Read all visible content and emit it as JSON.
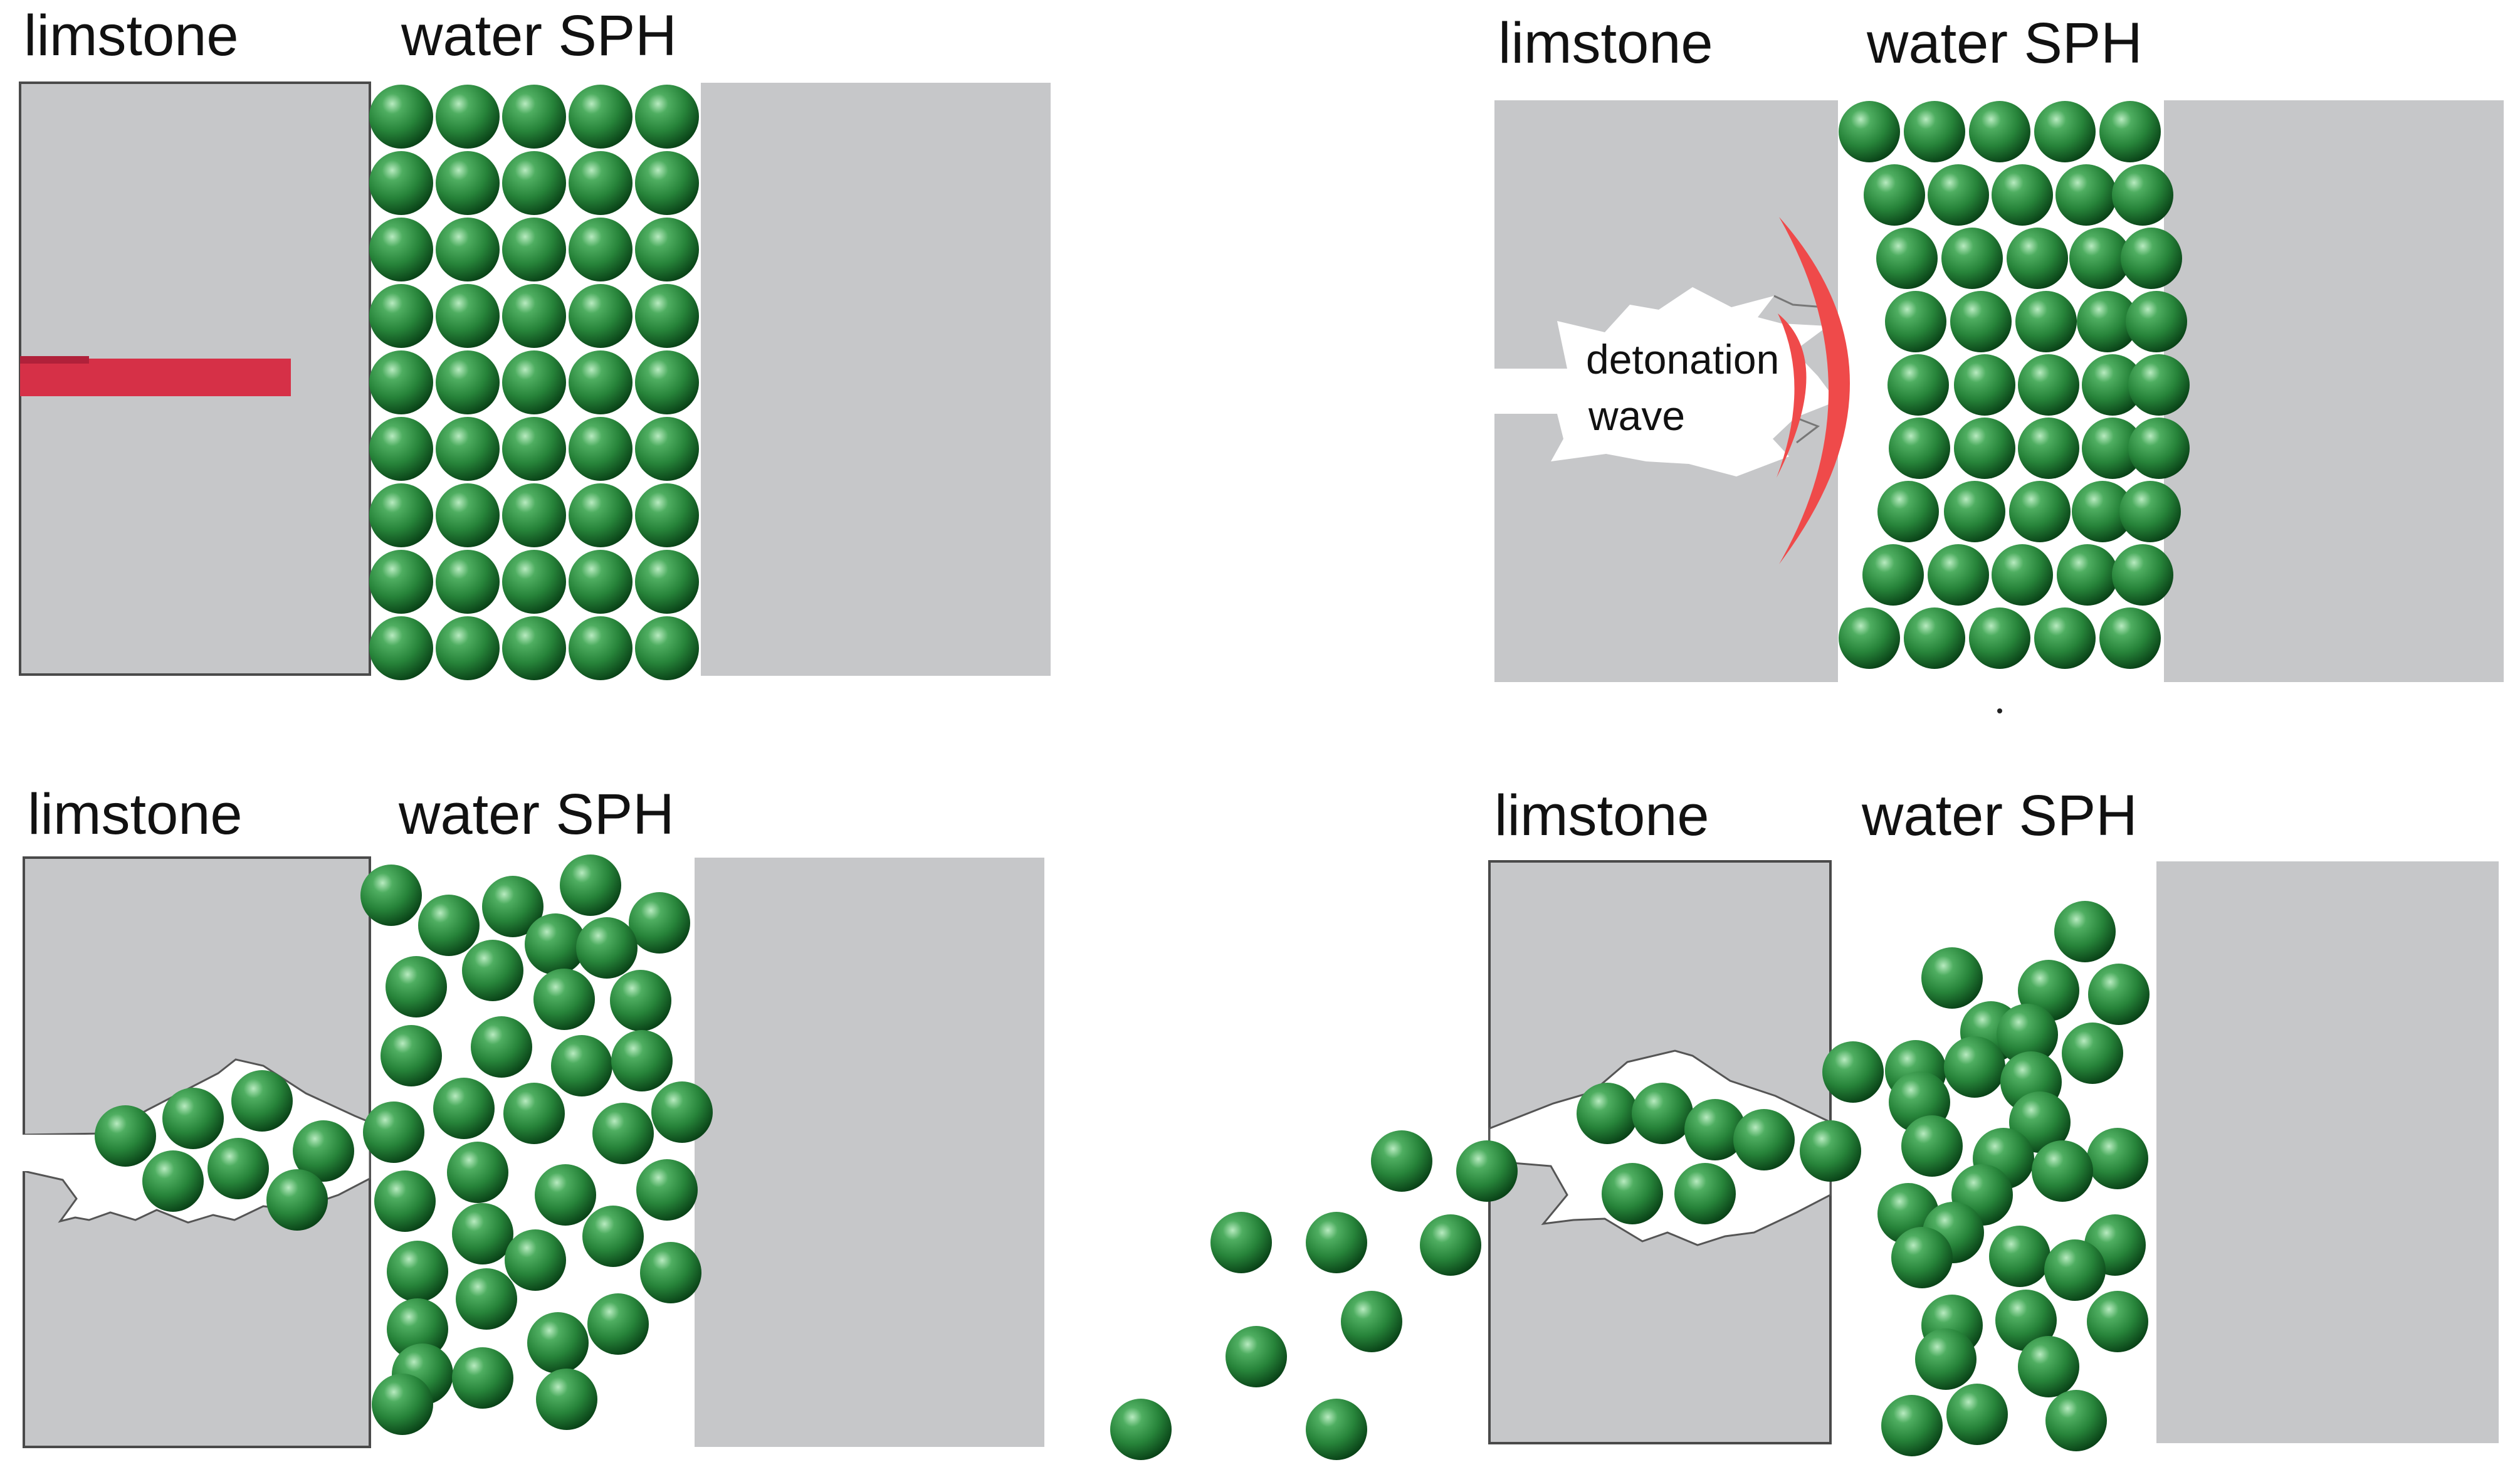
{
  "colors": {
    "background": "#ffffff",
    "rock": "#c6c7c9",
    "rock_edge": "#4a4a4a",
    "charge": "#d63047",
    "wave": "#ef4a4a",
    "particle_light": "#8fd49c",
    "particle_mid": "#2f8f43",
    "particle_dark": "#0b4d1c",
    "text": "#111111"
  },
  "panels": [
    {
      "id": "p1",
      "label_left": "limstone",
      "label_right": "water SPH",
      "annotation": []
    },
    {
      "id": "p2",
      "label_left": "limstone",
      "label_right": "water SPH",
      "annotation": [
        "detonation",
        "wave"
      ]
    },
    {
      "id": "p3",
      "label_left": "limstone",
      "label_right": "water SPH",
      "annotation": []
    },
    {
      "id": "p4",
      "label_left": "limstone",
      "label_right": "water SPH",
      "annotation": []
    }
  ]
}
